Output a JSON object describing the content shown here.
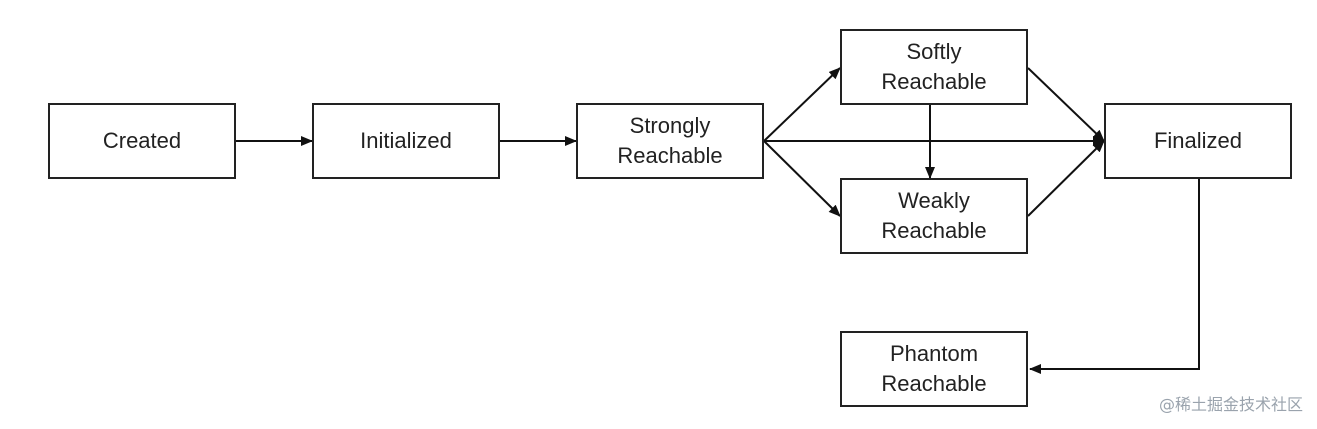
{
  "nodes": {
    "created": "Created",
    "initialized": "Initialized",
    "strongly": "Strongly\nReachable",
    "softly": "Softly\nReachable",
    "weakly": "Weakly\nReachable",
    "finalized": "Finalized",
    "phantom": "Phantom\nReachable"
  },
  "watermark": "@稀土掘金技术社区"
}
